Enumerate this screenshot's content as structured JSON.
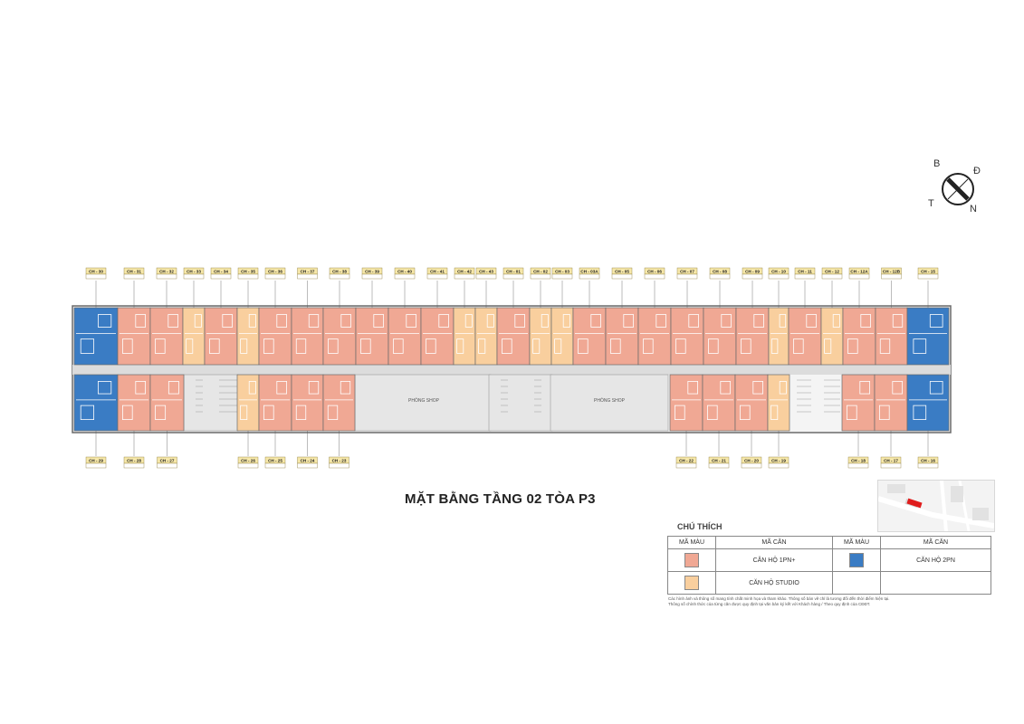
{
  "title": "MẶT BẰNG TẦNG 02 TÒA P3",
  "compass": {
    "north_label": "B",
    "east_label": "Đ",
    "west_label": "T",
    "south_label": "N"
  },
  "colors": {
    "unit_1pn_plus": "#f0a894",
    "unit_studio": "#f9cf9e",
    "unit_2pn": "#3a7cc4",
    "corridor": "#dcdcdc",
    "outline": "#6a6a6a"
  },
  "units_top": [
    {
      "code": "CH - 30",
      "type": "2pn"
    },
    {
      "code": "CH - 31",
      "type": "1pn"
    },
    {
      "code": "CH - 32",
      "type": "1pn"
    },
    {
      "code": "CH - 33",
      "type": "studio"
    },
    {
      "code": "CH - 34",
      "type": "1pn"
    },
    {
      "code": "CH - 35",
      "type": "studio"
    },
    {
      "code": "CH - 36",
      "type": "1pn"
    },
    {
      "code": "CH - 37",
      "type": "1pn"
    },
    {
      "code": "CH - 38",
      "type": "1pn"
    },
    {
      "code": "CH - 39",
      "type": "1pn"
    },
    {
      "code": "CH - 40",
      "type": "1pn"
    },
    {
      "code": "CH - 41",
      "type": "1pn"
    },
    {
      "code": "CH - 42",
      "type": "studio"
    },
    {
      "code": "CH - 43",
      "type": "studio"
    },
    {
      "code": "CH - 01",
      "type": "1pn"
    },
    {
      "code": "CH - 02",
      "type": "studio"
    },
    {
      "code": "CH - 03",
      "type": "studio"
    },
    {
      "code": "CH - 03A",
      "type": "1pn"
    },
    {
      "code": "CH - 05",
      "type": "1pn"
    },
    {
      "code": "CH - 06",
      "type": "1pn"
    },
    {
      "code": "CH - 07",
      "type": "1pn"
    },
    {
      "code": "CH - 08",
      "type": "1pn"
    },
    {
      "code": "CH - 09",
      "type": "1pn"
    },
    {
      "code": "CH - 10",
      "type": "studio"
    },
    {
      "code": "CH - 11",
      "type": "1pn"
    },
    {
      "code": "CH - 12",
      "type": "studio"
    },
    {
      "code": "CH - 12A",
      "type": "1pn"
    },
    {
      "code": "CH - 12B",
      "type": "1pn"
    },
    {
      "code": "CH - 15",
      "type": "2pn"
    }
  ],
  "units_bottom": [
    {
      "code": "CH - 29",
      "type": "2pn"
    },
    {
      "code": "CH - 28",
      "type": "1pn"
    },
    {
      "code": "CH - 27",
      "type": "1pn"
    },
    {
      "code": "CH - 26",
      "type": "studio"
    },
    {
      "code": "CH - 25",
      "type": "1pn"
    },
    {
      "code": "CH - 24",
      "type": "1pn"
    },
    {
      "code": "CH - 23",
      "type": "1pn"
    },
    {
      "code": "CH - 22",
      "type": "1pn"
    },
    {
      "code": "CH - 21",
      "type": "1pn"
    },
    {
      "code": "CH - 20",
      "type": "1pn"
    },
    {
      "code": "CH - 19",
      "type": "studio"
    },
    {
      "code": "CH - 18",
      "type": "1pn"
    },
    {
      "code": "CH - 17",
      "type": "1pn"
    },
    {
      "code": "CH - 16",
      "type": "2pn"
    }
  ],
  "rooms": {
    "shop_left": "PHÒNG SHOP",
    "shop_right": "PHÒNG SHOP"
  },
  "legend": {
    "title": "CHÚ THÍCH",
    "header_color": "MÃ MÀU",
    "header_code": "MÃ CĂN",
    "items": [
      {
        "label": "CĂN HỘ 1PN+",
        "color": "#f0a894"
      },
      {
        "label": "CĂN HỘ 2PN",
        "color": "#3a7cc4"
      },
      {
        "label": "CĂN HỘ STUDIO",
        "color": "#f9cf9e"
      }
    ]
  },
  "disclaimer": {
    "line1": "Các hình ảnh và thông số mang tính chất minh họa và tham khảo. Thông số bàn vẽ chỉ là tương đối đến thời điểm hiện tại.",
    "line2": "Thông số chính thức của từng căn được quy định tại văn bản ký kết với Khách hàng / Theo quy định của CĐĐT."
  }
}
